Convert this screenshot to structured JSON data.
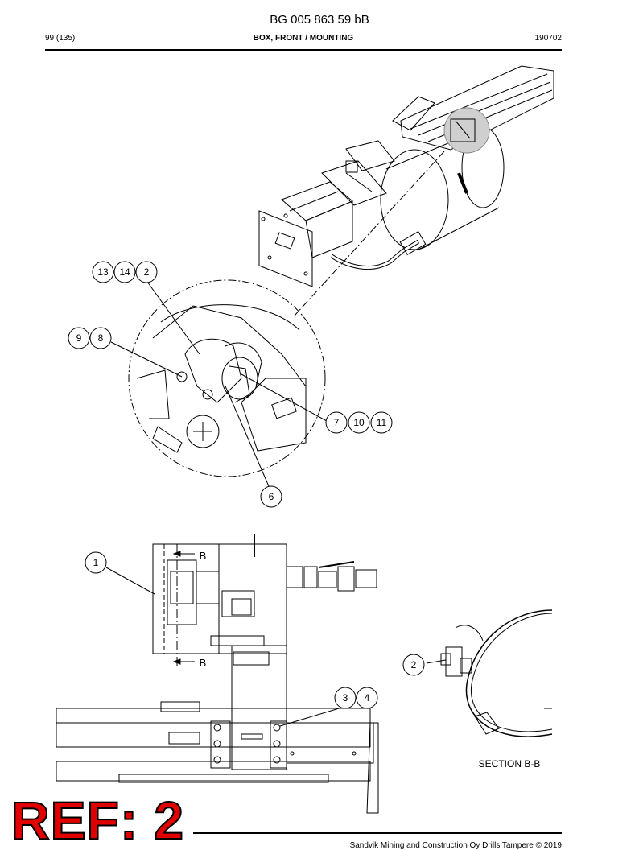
{
  "header": {
    "doc_number": "BG 005 863 59 bB",
    "page": "99 (135)",
    "section_title": "BOX, FRONT / MOUNTING",
    "date_code": "190702"
  },
  "callouts": {
    "c13": "13",
    "c14": "14",
    "c2a": "2",
    "c9": "9",
    "c8": "8",
    "c7": "7",
    "c10": "10",
    "c11": "11",
    "c6": "6",
    "c1": "1",
    "c2b": "2",
    "c3": "3",
    "c4": "4"
  },
  "section_marks": {
    "b_upper": "B",
    "b_lower": "B"
  },
  "section_label": "SECTION B-B",
  "reference_stamp": "REF: 2",
  "footer": {
    "copyright": "Sandvik Mining and Construction Oy Drills Tampere © 2019"
  }
}
